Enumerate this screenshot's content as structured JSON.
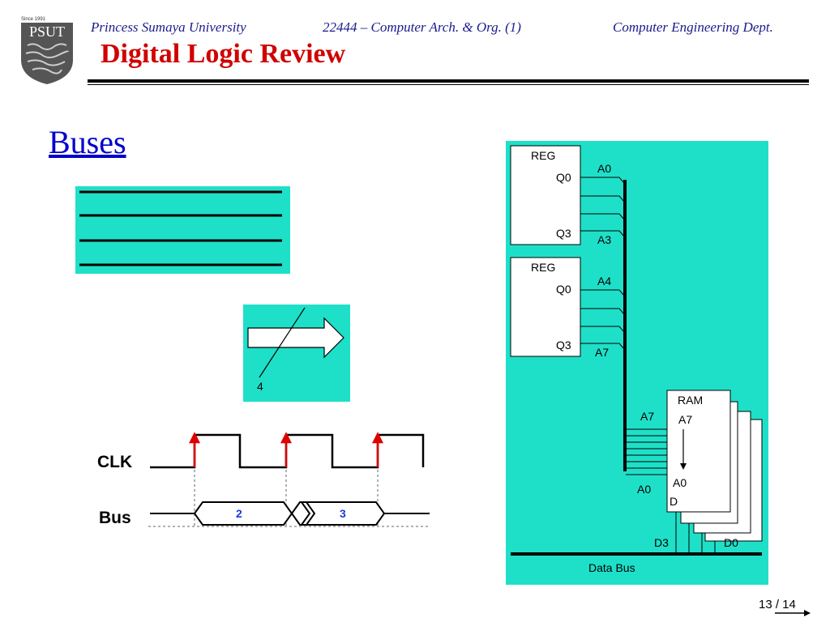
{
  "header": {
    "university": "Princess Sumaya University",
    "course": "22444 – Computer Arch. & Org. (1)",
    "department": "Computer Engineering Dept.",
    "title": "Digital Logic Review"
  },
  "logo": {
    "since": "Since 1991",
    "abbr": "PSUT"
  },
  "section_title": "Buses",
  "bus_arrow": {
    "width_label": "4"
  },
  "timing": {
    "clk_label": "CLK",
    "bus_label": "Bus",
    "values": [
      "2",
      "3"
    ]
  },
  "memory_diagram": {
    "reg1": {
      "title": "REG",
      "q_top": "Q0",
      "q_bottom": "Q3",
      "addr_top": "A0",
      "addr_bottom": "A3"
    },
    "reg2": {
      "title": "REG",
      "q_top": "Q0",
      "q_bottom": "Q3",
      "addr_top": "A4",
      "addr_bottom": "A7"
    },
    "ram": {
      "title": "RAM",
      "a_top": "A7",
      "a_bottom": "A0",
      "data": "D",
      "bus_a_top": "A7",
      "bus_a_bottom": "A0"
    },
    "data_left": "D3",
    "data_right": "D0",
    "data_bus": "Data Bus"
  },
  "page": {
    "label": "13 / 14"
  },
  "colors": {
    "panel": "#1ee0c8",
    "header_text": "#1a1a8c",
    "title": "#d00000",
    "section": "#0000cc",
    "clock_edge": "#e00000",
    "bus_value": "#1a3ad8"
  }
}
